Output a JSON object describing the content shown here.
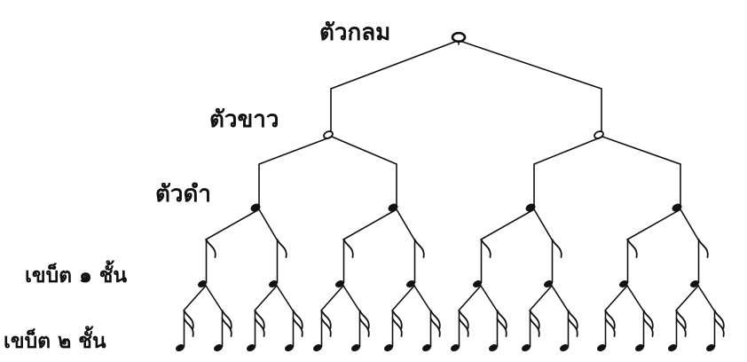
{
  "labels": {
    "whole": "ตัวกลม",
    "half": "ตัวขาว",
    "quarter": "ตัวดำ",
    "eighth": "เขบ็ต ๑ ชั้น",
    "sixteenth": "เขบ็ต ๒ ชั้น"
  },
  "tree": {
    "levels": [
      {
        "name": "whole",
        "count": 1,
        "note": "whole-note"
      },
      {
        "name": "half",
        "count": 2,
        "note": "half-note"
      },
      {
        "name": "quarter",
        "count": 4,
        "note": "quarter-note"
      },
      {
        "name": "eighth",
        "count": 8,
        "note": "eighth-note"
      },
      {
        "name": "sixteenth",
        "count": 16,
        "note": "sixteenth-note"
      }
    ]
  },
  "colors": {
    "ink": "#111111",
    "background": "#ffffff"
  }
}
